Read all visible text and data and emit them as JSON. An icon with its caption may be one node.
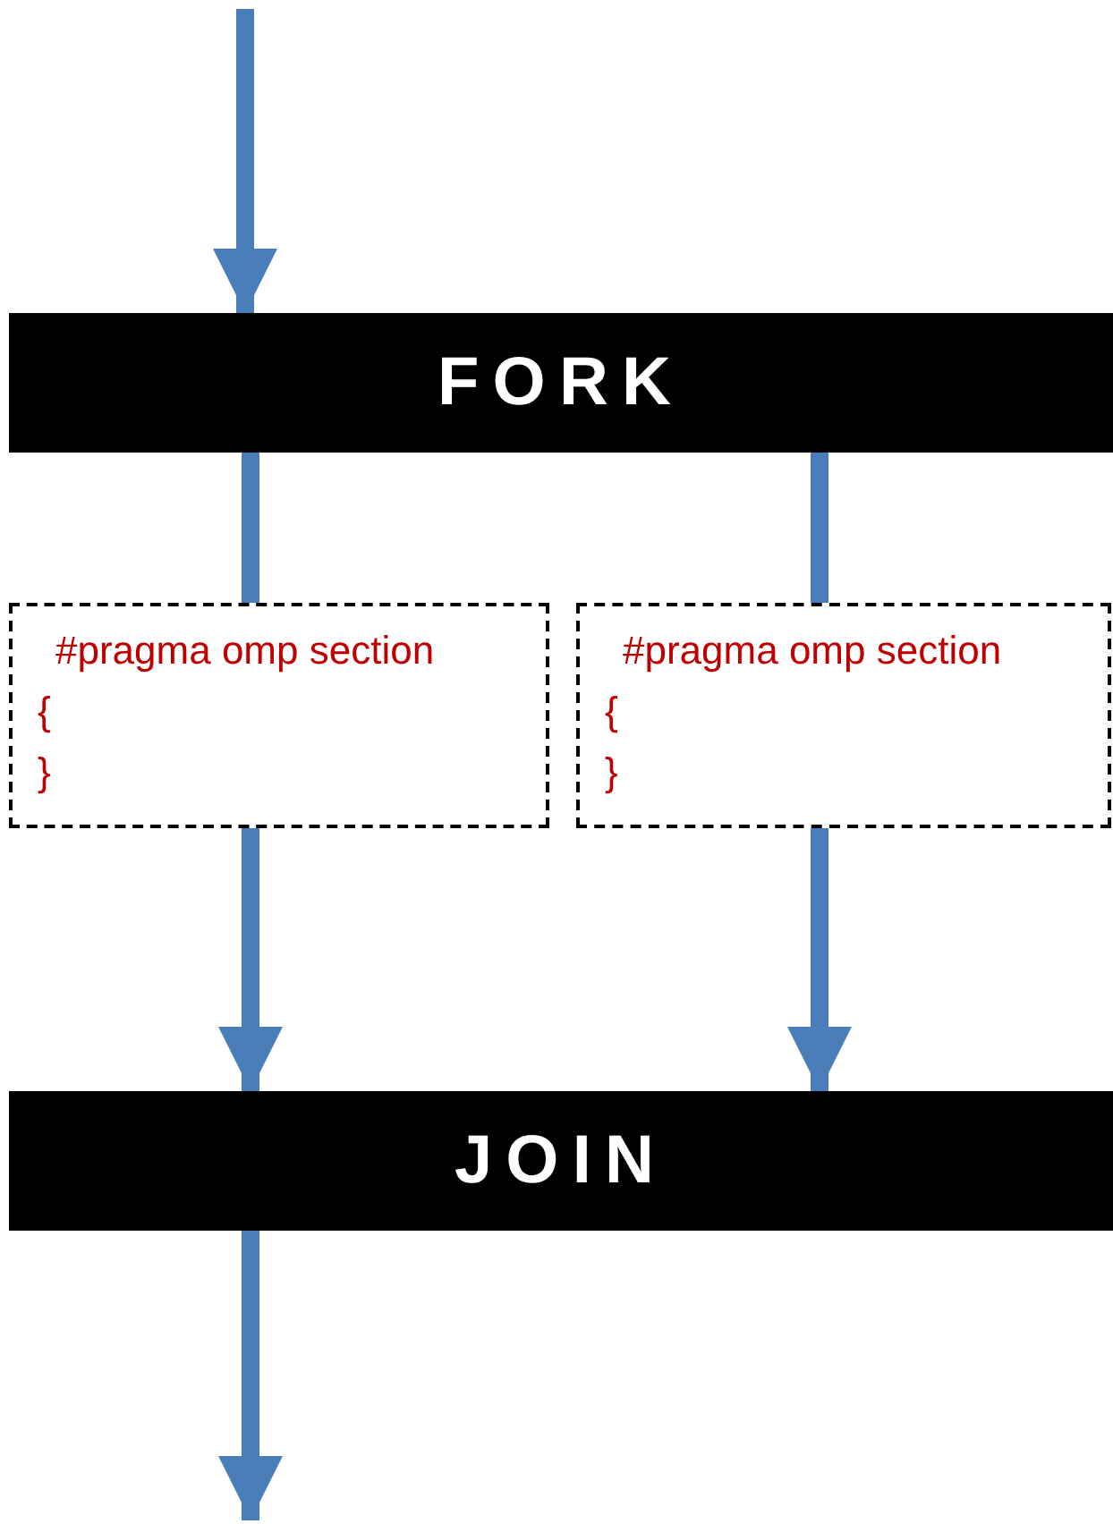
{
  "diagram": {
    "nodes": [
      {
        "text": [
          "FORK"
        ]
      },
      {
        "text": [
          "#pragma omp section",
          "{",
          "}"
        ]
      },
      {
        "text": [
          "#pragma omp section",
          "{",
          "}"
        ]
      },
      {
        "text": [
          "JOIN"
        ]
      }
    ],
    "edges": [
      {
        "from": null,
        "to": 0,
        "arrow": "to"
      },
      {
        "from": 0,
        "to": 1,
        "arrow": "none"
      },
      {
        "from": 0,
        "to": 2,
        "arrow": "none"
      },
      {
        "from": 1,
        "to": 3,
        "arrow": "to"
      },
      {
        "from": 2,
        "to": 3,
        "arrow": "to"
      },
      {
        "from": 3,
        "to": null,
        "arrow": "to"
      }
    ]
  }
}
